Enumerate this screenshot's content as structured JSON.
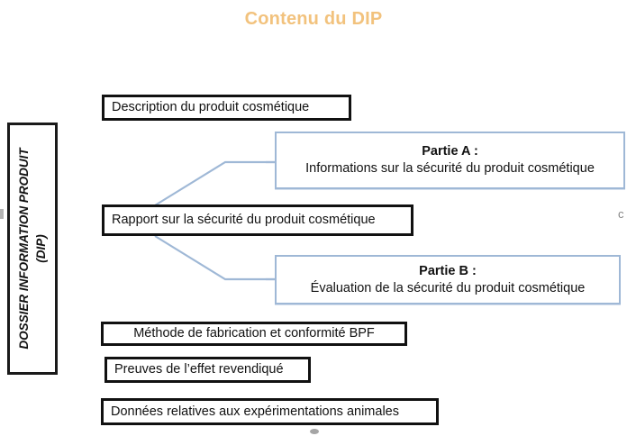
{
  "slide": {
    "title": "Contenu du DIP",
    "title_color": "#f2c27d",
    "background": "#ffffff"
  },
  "spine": {
    "line1": "DOSSIER INFORMATION PRODUIT",
    "line2": "(DIP)",
    "border_color": "#1a1a1a"
  },
  "boxes": {
    "description": {
      "label": "Description du produit cosmétique",
      "style": "black-outline"
    },
    "rapport": {
      "label": "Rapport sur la sécurité du produit cosmétique",
      "style": "black-outline"
    },
    "methode": {
      "label": "Méthode de fabrication et conformité BPF",
      "style": "black-outline"
    },
    "preuves": {
      "label": "Preuves de l’effet revendiqué",
      "style": "black-outline"
    },
    "donnees": {
      "label": "Données relatives aux expérimentations animales",
      "style": "black-outline"
    }
  },
  "parties": {
    "border_color": "#9fb8d6",
    "a": {
      "heading": "Partie A :",
      "text": "Informations sur la sécurité du produit cosmétique"
    },
    "b": {
      "heading": "Partie B :",
      "text": "Évaluation de la sécurité du produit cosmétique"
    }
  },
  "artifacts": {
    "right_edge_glyph": "c"
  }
}
